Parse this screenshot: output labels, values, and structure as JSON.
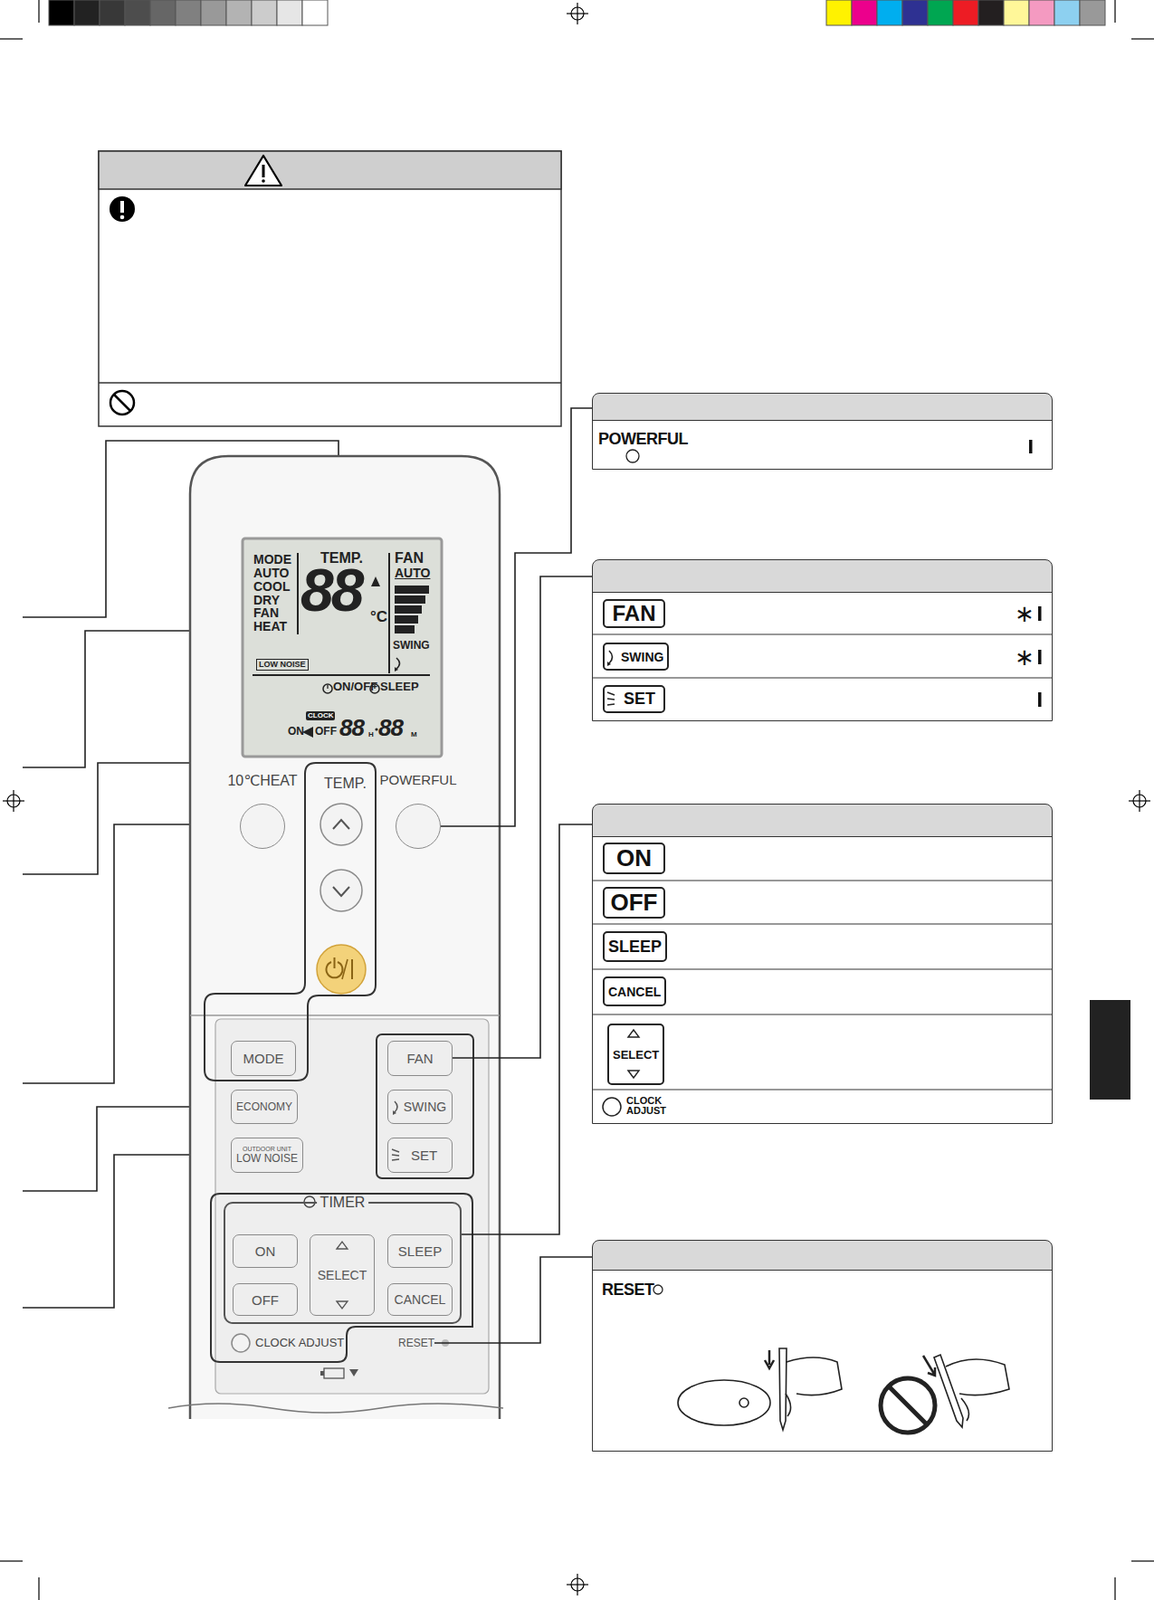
{
  "diagram": {
    "nodes": [
      {
        "text": [
          "MODE",
          "AUTO",
          "COOL",
          "DRY",
          "FAN",
          "HEAT",
          "TEMP.",
          "88",
          "°C",
          "FAN",
          "AUTO",
          "SWING",
          "LOW NOISE",
          "ON/OFF",
          "SLEEP",
          "CLOCK",
          "ON",
          "OFF",
          "88",
          "H",
          "88",
          "M"
        ]
      },
      {
        "text": [
          "10℃HEAT"
        ]
      },
      {
        "text": [
          "POWERFUL"
        ]
      },
      {
        "text": [
          "MODE"
        ]
      },
      {
        "text": [
          "ECONOMY"
        ]
      },
      {
        "text": [
          "OUTDOOR UNIT",
          "LOW NOISE"
        ]
      },
      {
        "text": [
          "FAN"
        ]
      },
      {
        "text": [
          "SWING"
        ]
      },
      {
        "text": [
          "SET"
        ]
      },
      {
        "text": [
          "TIMER"
        ]
      },
      {
        "text": [
          "ON"
        ],
        "in": 9
      },
      {
        "text": [
          "SELECT"
        ],
        "in": 9
      },
      {
        "text": [
          "SLEEP"
        ],
        "in": 9
      },
      {
        "text": [
          "OFF"
        ],
        "in": 9
      },
      {
        "text": [
          "CANCEL"
        ],
        "in": 9
      },
      {
        "text": [
          "RESET"
        ]
      },
      {
        "text": [
          "POWERFUL"
        ]
      },
      {
        "text": [
          "FAN",
          "∗",
          "SWING",
          "∗",
          "SET"
        ]
      },
      {
        "text": [
          "ON",
          "OFF",
          "SLEEP",
          "CANCEL",
          "SELECT",
          "CLOCK ADJUST"
        ]
      },
      {
        "text": [
          "RESET"
        ]
      }
    ],
    "edges": [
      {
        "from": 2,
        "to": 16,
        "arrow": "none"
      },
      {
        "from": 6,
        "to": 17,
        "arrow": "none"
      },
      {
        "from": 9,
        "to": 18,
        "arrow": "none"
      },
      {
        "from": 15,
        "to": 19,
        "arrow": "none"
      }
    ],
    "labels": [
      "TEMP.",
      "CLOCK ADJUST"
    ]
  }
}
